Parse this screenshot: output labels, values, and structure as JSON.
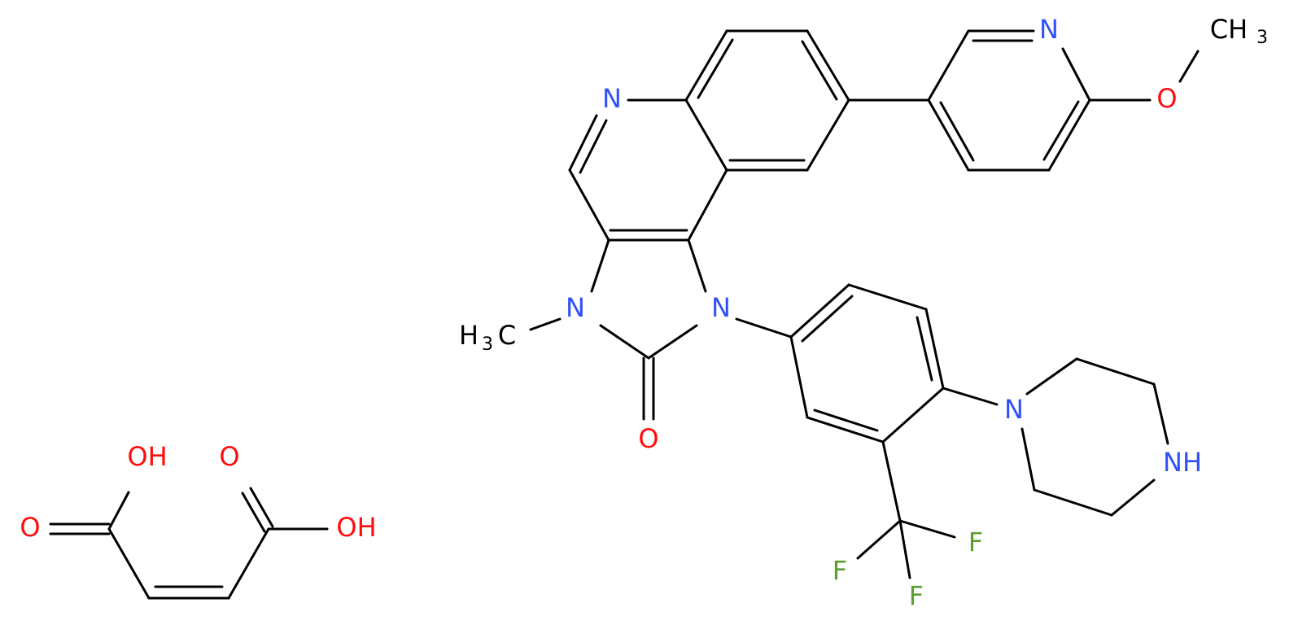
{
  "colors": {
    "background": "#ffffff",
    "bond": "#000000",
    "N": "#3050F8",
    "O": "#FF0D0D",
    "F": "#5E9E2E",
    "C": "#000000"
  },
  "labels": {
    "n_quinoline": "N",
    "n_pyridine": "N",
    "o_methoxy": "O",
    "methyl_ch": "CH",
    "methyl_sub": "3",
    "n_imidazole_3": "N",
    "n_imidazole_1": "N",
    "methyl_h": "H",
    "methyl_h_sub": "3",
    "methyl_c": "C",
    "o_carbonyl": "O",
    "n_piperazine": "N",
    "nh_piperazine": "NH",
    "f_1": "F",
    "f_2": "F",
    "f_3": "F",
    "oh_1": "OH",
    "o_1": "O",
    "o_2": "O",
    "oh_2": "OH"
  }
}
